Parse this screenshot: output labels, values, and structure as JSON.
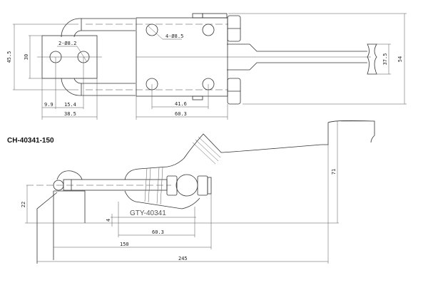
{
  "top_view": {
    "dimensions": {
      "overall_height": "45.5",
      "plate_hole_spacing_v": "30",
      "plate_holes": "2-Ø8.2",
      "body_holes": "4-Ø8.5",
      "hole_offset": "9.9",
      "hole_spacing_h": "15.4",
      "plate_width": "38.5",
      "body_hole_spacing": "41.6",
      "body_length": "60.3",
      "handle_width": "37.5",
      "overall_width": "54"
    }
  },
  "side_view": {
    "title": "CH-40341-150",
    "model_label": "GTY-40341",
    "dimensions": {
      "base_height": "22",
      "base_offset": "4",
      "body_length": "60.3",
      "reach": "150",
      "overall_length": "245",
      "overall_height": "71"
    }
  }
}
